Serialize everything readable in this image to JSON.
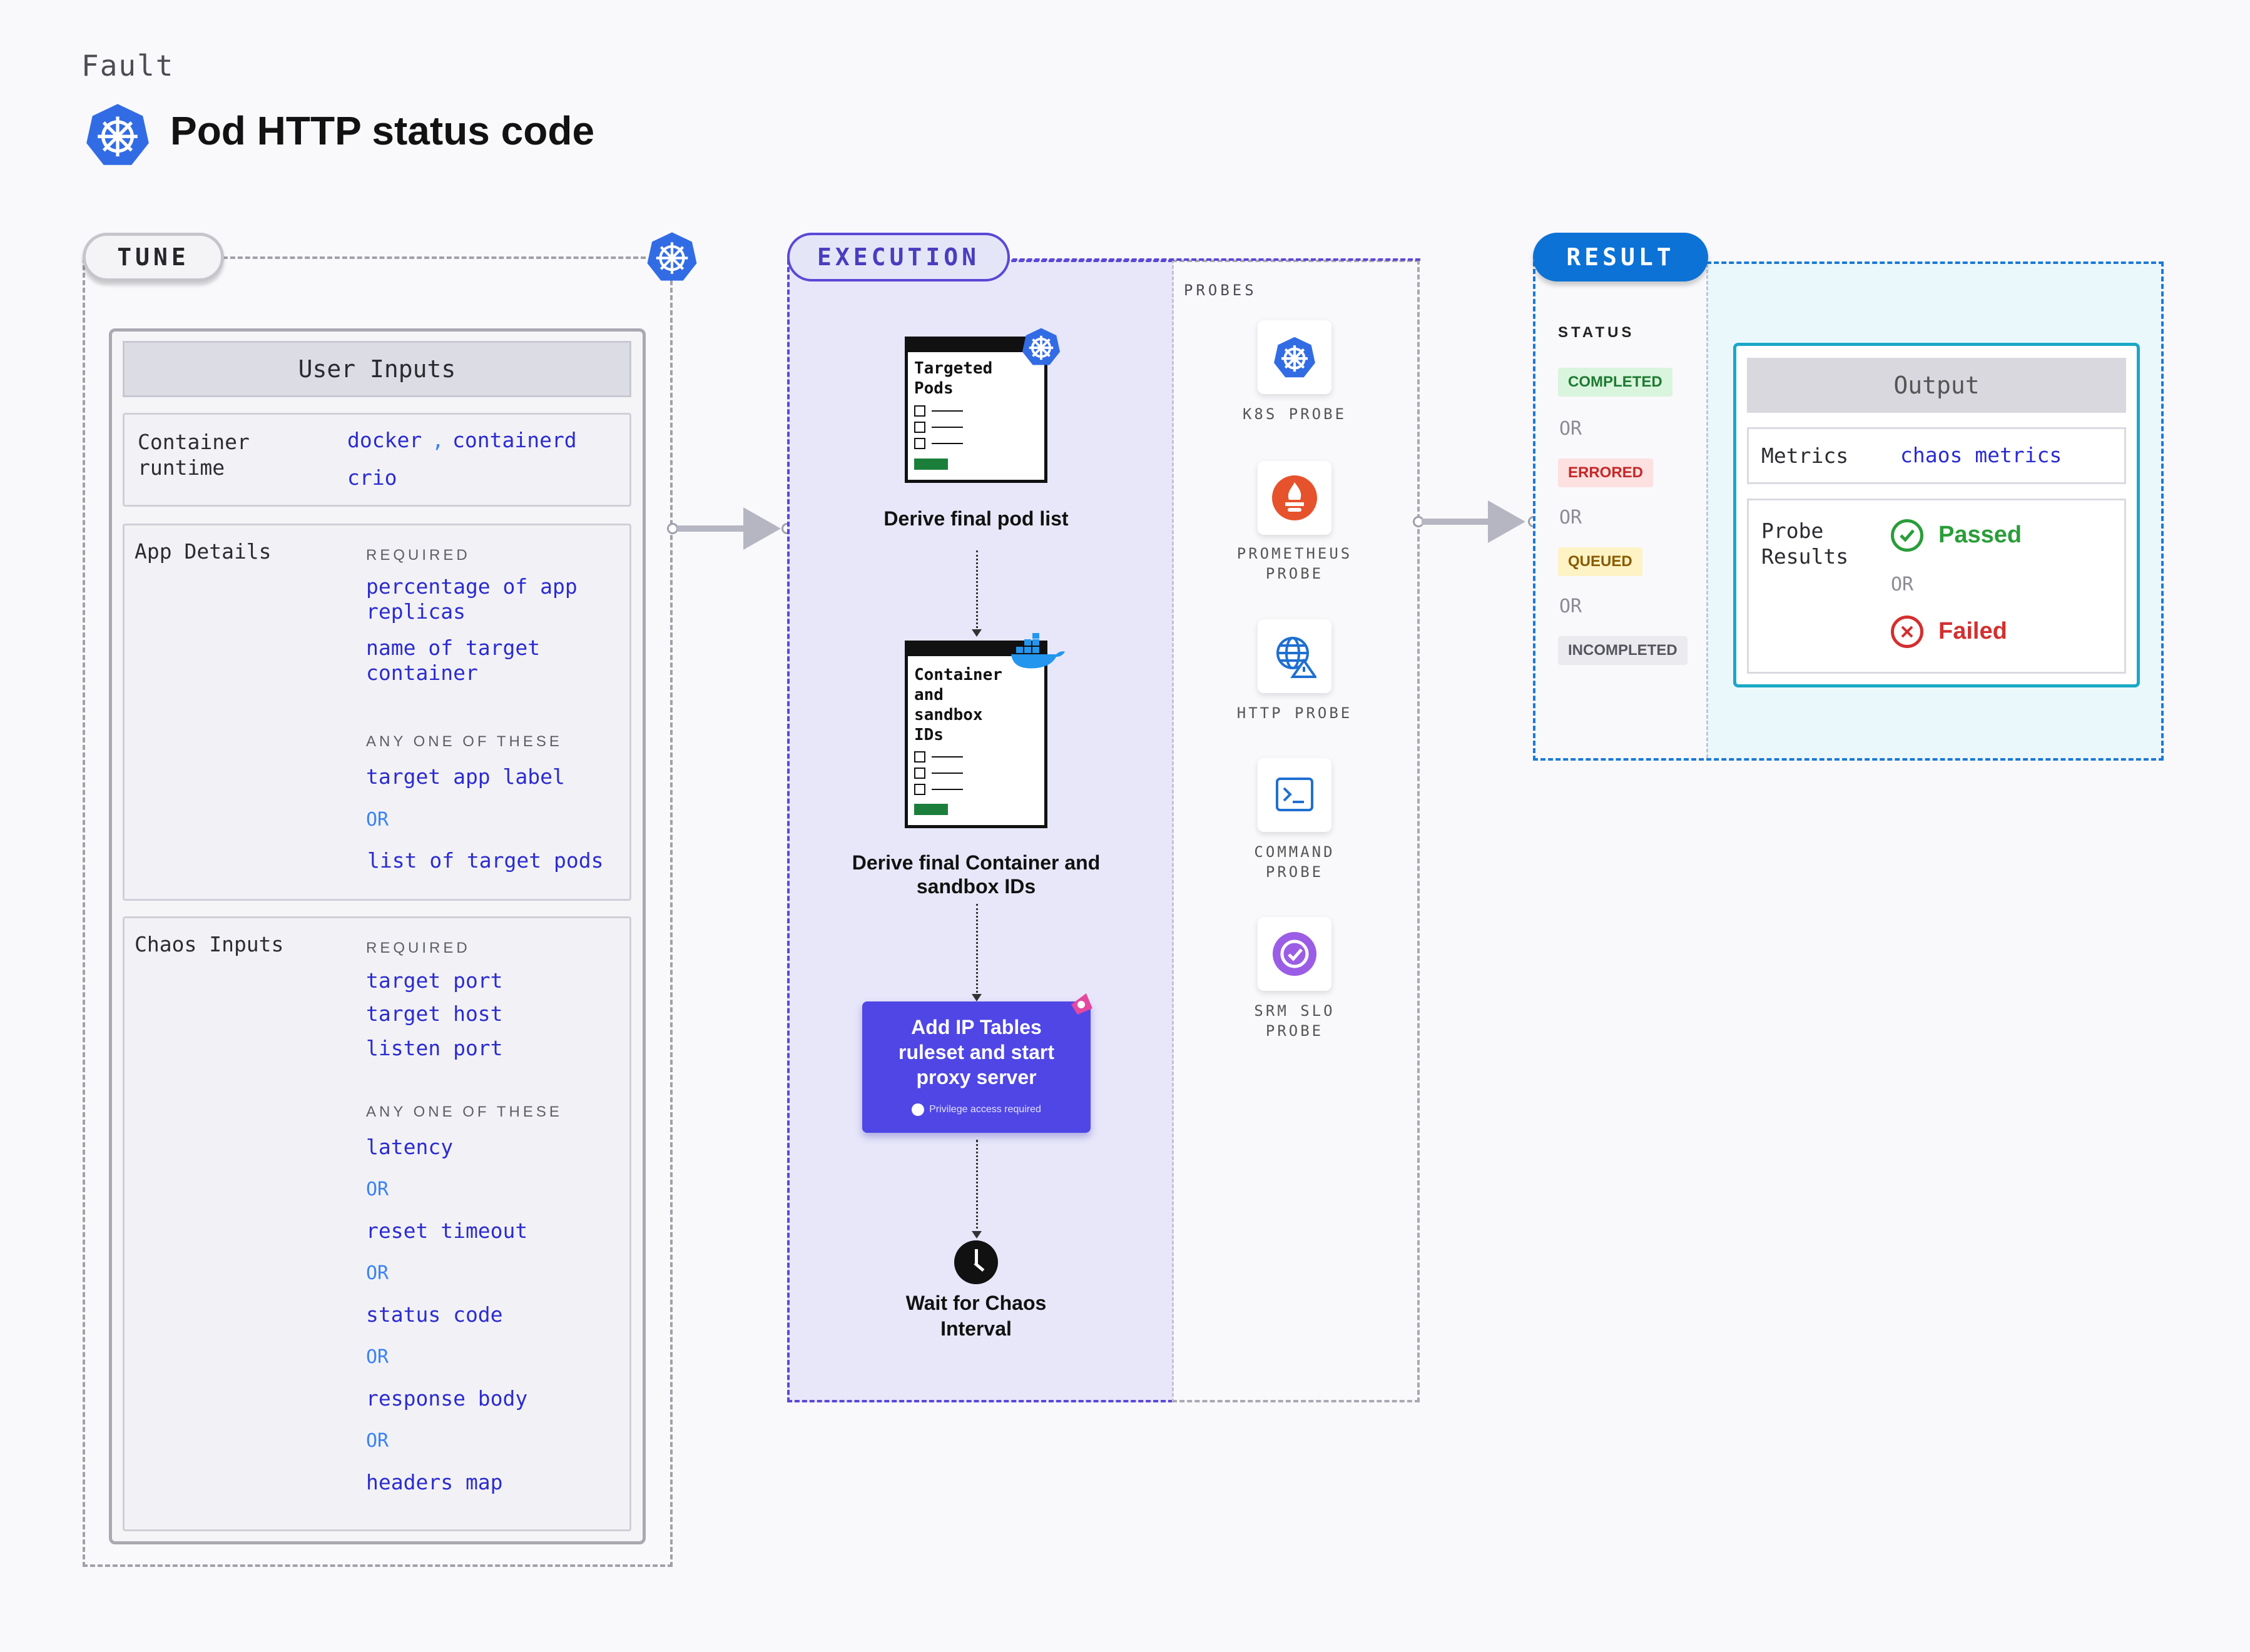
{
  "header": {
    "category": "Fault",
    "title": "Pod HTTP status code"
  },
  "tune": {
    "pill": "TUNE",
    "user_inputs_title": "User Inputs",
    "container_runtime": {
      "label_line1": "Container",
      "label_line2": "runtime",
      "docker": "docker",
      "sep": ",",
      "containerd": "containerd",
      "crio": "crio"
    },
    "app_details": {
      "label": "App Details",
      "required_caption": "REQUIRED",
      "required": [
        "percentage of app",
        "replicas",
        "name of target",
        "container"
      ],
      "any_caption": "ANY ONE OF THESE",
      "any": [
        "target app label",
        "list of target pods"
      ],
      "or": "OR"
    },
    "chaos_inputs": {
      "label": "Chaos Inputs",
      "required_caption": "REQUIRED",
      "required": [
        "target port",
        "target host",
        "listen port"
      ],
      "any_caption": "ANY ONE OF THESE",
      "any": [
        "latency",
        "reset timeout",
        "status code",
        "response body",
        "headers map"
      ],
      "or": "OR"
    }
  },
  "execution": {
    "pill": "EXECUTION",
    "probes_caption": "PROBES",
    "steps": {
      "pods_doc_line1": "Targeted",
      "pods_doc_line2": "Pods",
      "pods_label": "Derive final pod list",
      "ids_doc_lines": [
        "Container",
        "and",
        "sandbox",
        "IDs"
      ],
      "ids_label_line1": "Derive final Container and",
      "ids_label_line2": "sandbox IDs",
      "ipt_line1": "Add IP Tables",
      "ipt_line2": "ruleset and start",
      "ipt_line3": "proxy server",
      "ipt_priv": "Privilege access required",
      "wait_line1": "Wait for Chaos",
      "wait_line2": "Interval"
    },
    "probes": [
      {
        "icon": "kubernetes-icon",
        "line1": "K8S PROBE",
        "line2": ""
      },
      {
        "icon": "prometheus-icon",
        "line1": "PROMETHEUS",
        "line2": "PROBE"
      },
      {
        "icon": "http-globe-icon",
        "line1": "HTTP PROBE",
        "line2": ""
      },
      {
        "icon": "terminal-icon",
        "line1": "COMMAND",
        "line2": "PROBE"
      },
      {
        "icon": "srm-slo-icon",
        "line1": "SRM SLO",
        "line2": "PROBE"
      }
    ]
  },
  "result": {
    "pill": "RESULT",
    "status_caption": "STATUS",
    "statuses": [
      "COMPLETED",
      "ERRORED",
      "QUEUED",
      "INCOMPLETED"
    ],
    "or": "OR",
    "output_title": "Output",
    "metrics_label": "Metrics",
    "metrics_value": "chaos metrics",
    "probe_results_line1": "Probe",
    "probe_results_line2": "Results",
    "passed": "Passed",
    "failed": "Failed"
  },
  "colors": {
    "execution_accent": "#5b48d6",
    "result_accent": "#0c72d6",
    "value_text": "#2b2bd1",
    "or_text": "#3b82f6",
    "completed_bg": "#d9f5dd",
    "errored_bg": "#fde0e0",
    "queued_bg": "#fdf3c4",
    "passed": "#2a9d3a",
    "failed": "#d32f2f"
  }
}
